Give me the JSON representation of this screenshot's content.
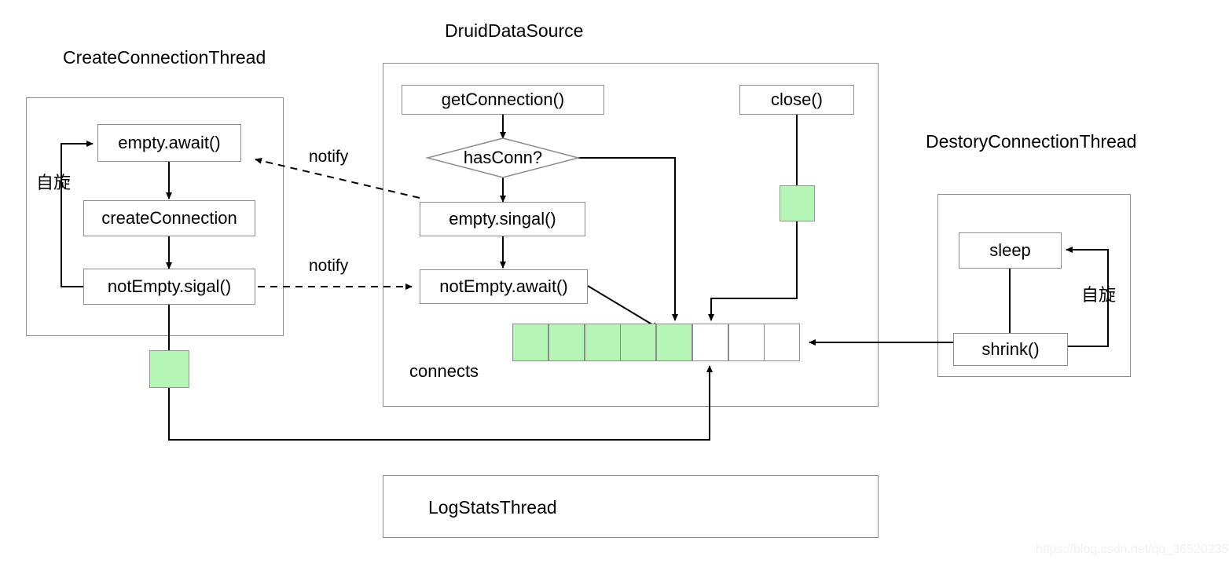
{
  "diagram": {
    "title_createthread": "CreateConnectionThread",
    "title_druid": "DruidDataSource",
    "title_destorythread": "DestoryConnectionThread",
    "watermark": "https://blog.csdn.net/qq_36520235"
  },
  "create_connection_thread": {
    "label": "CreateConnectionThread",
    "nodes": [
      {
        "id": "empty-await",
        "label": "empty.await()"
      },
      {
        "id": "create-connection",
        "label": "createConnection"
      },
      {
        "id": "not-empty-signal",
        "label": "notEmpty.sigal()"
      }
    ],
    "spin_label": "自旋"
  },
  "druid_data_source": {
    "label": "DruidDataSource",
    "nodes": [
      {
        "id": "get-connection",
        "label": "getConnection()"
      },
      {
        "id": "has-conn",
        "label": "hasConn?"
      },
      {
        "id": "empty-singal",
        "label": "empty.singal()"
      },
      {
        "id": "not-empty-await",
        "label": "notEmpty.await()"
      },
      {
        "id": "close",
        "label": "close()"
      }
    ],
    "connects_label": "connects",
    "connects_cells": [
      "filled",
      "filled",
      "filled",
      "filled",
      "filled",
      "empty",
      "empty",
      "empty"
    ]
  },
  "destory_connection_thread": {
    "label": "DestoryConnectionThread",
    "nodes": [
      {
        "id": "sleep",
        "label": "sleep"
      },
      {
        "id": "shrink",
        "label": "shrink()"
      }
    ],
    "spin_label": "自旋"
  },
  "log_stats_thread": {
    "label": "LogStatsThread"
  },
  "edges": [
    {
      "id": "notify-empty-await",
      "label": "notify",
      "style": "dashed"
    },
    {
      "id": "notify-not-empty-await",
      "label": "notify",
      "style": "dashed"
    }
  ],
  "colors": {
    "green_fill": "#b5f5b5",
    "box_stroke": "#8c8c8c",
    "line": "#000000",
    "watermark": "#f0f0f0"
  }
}
